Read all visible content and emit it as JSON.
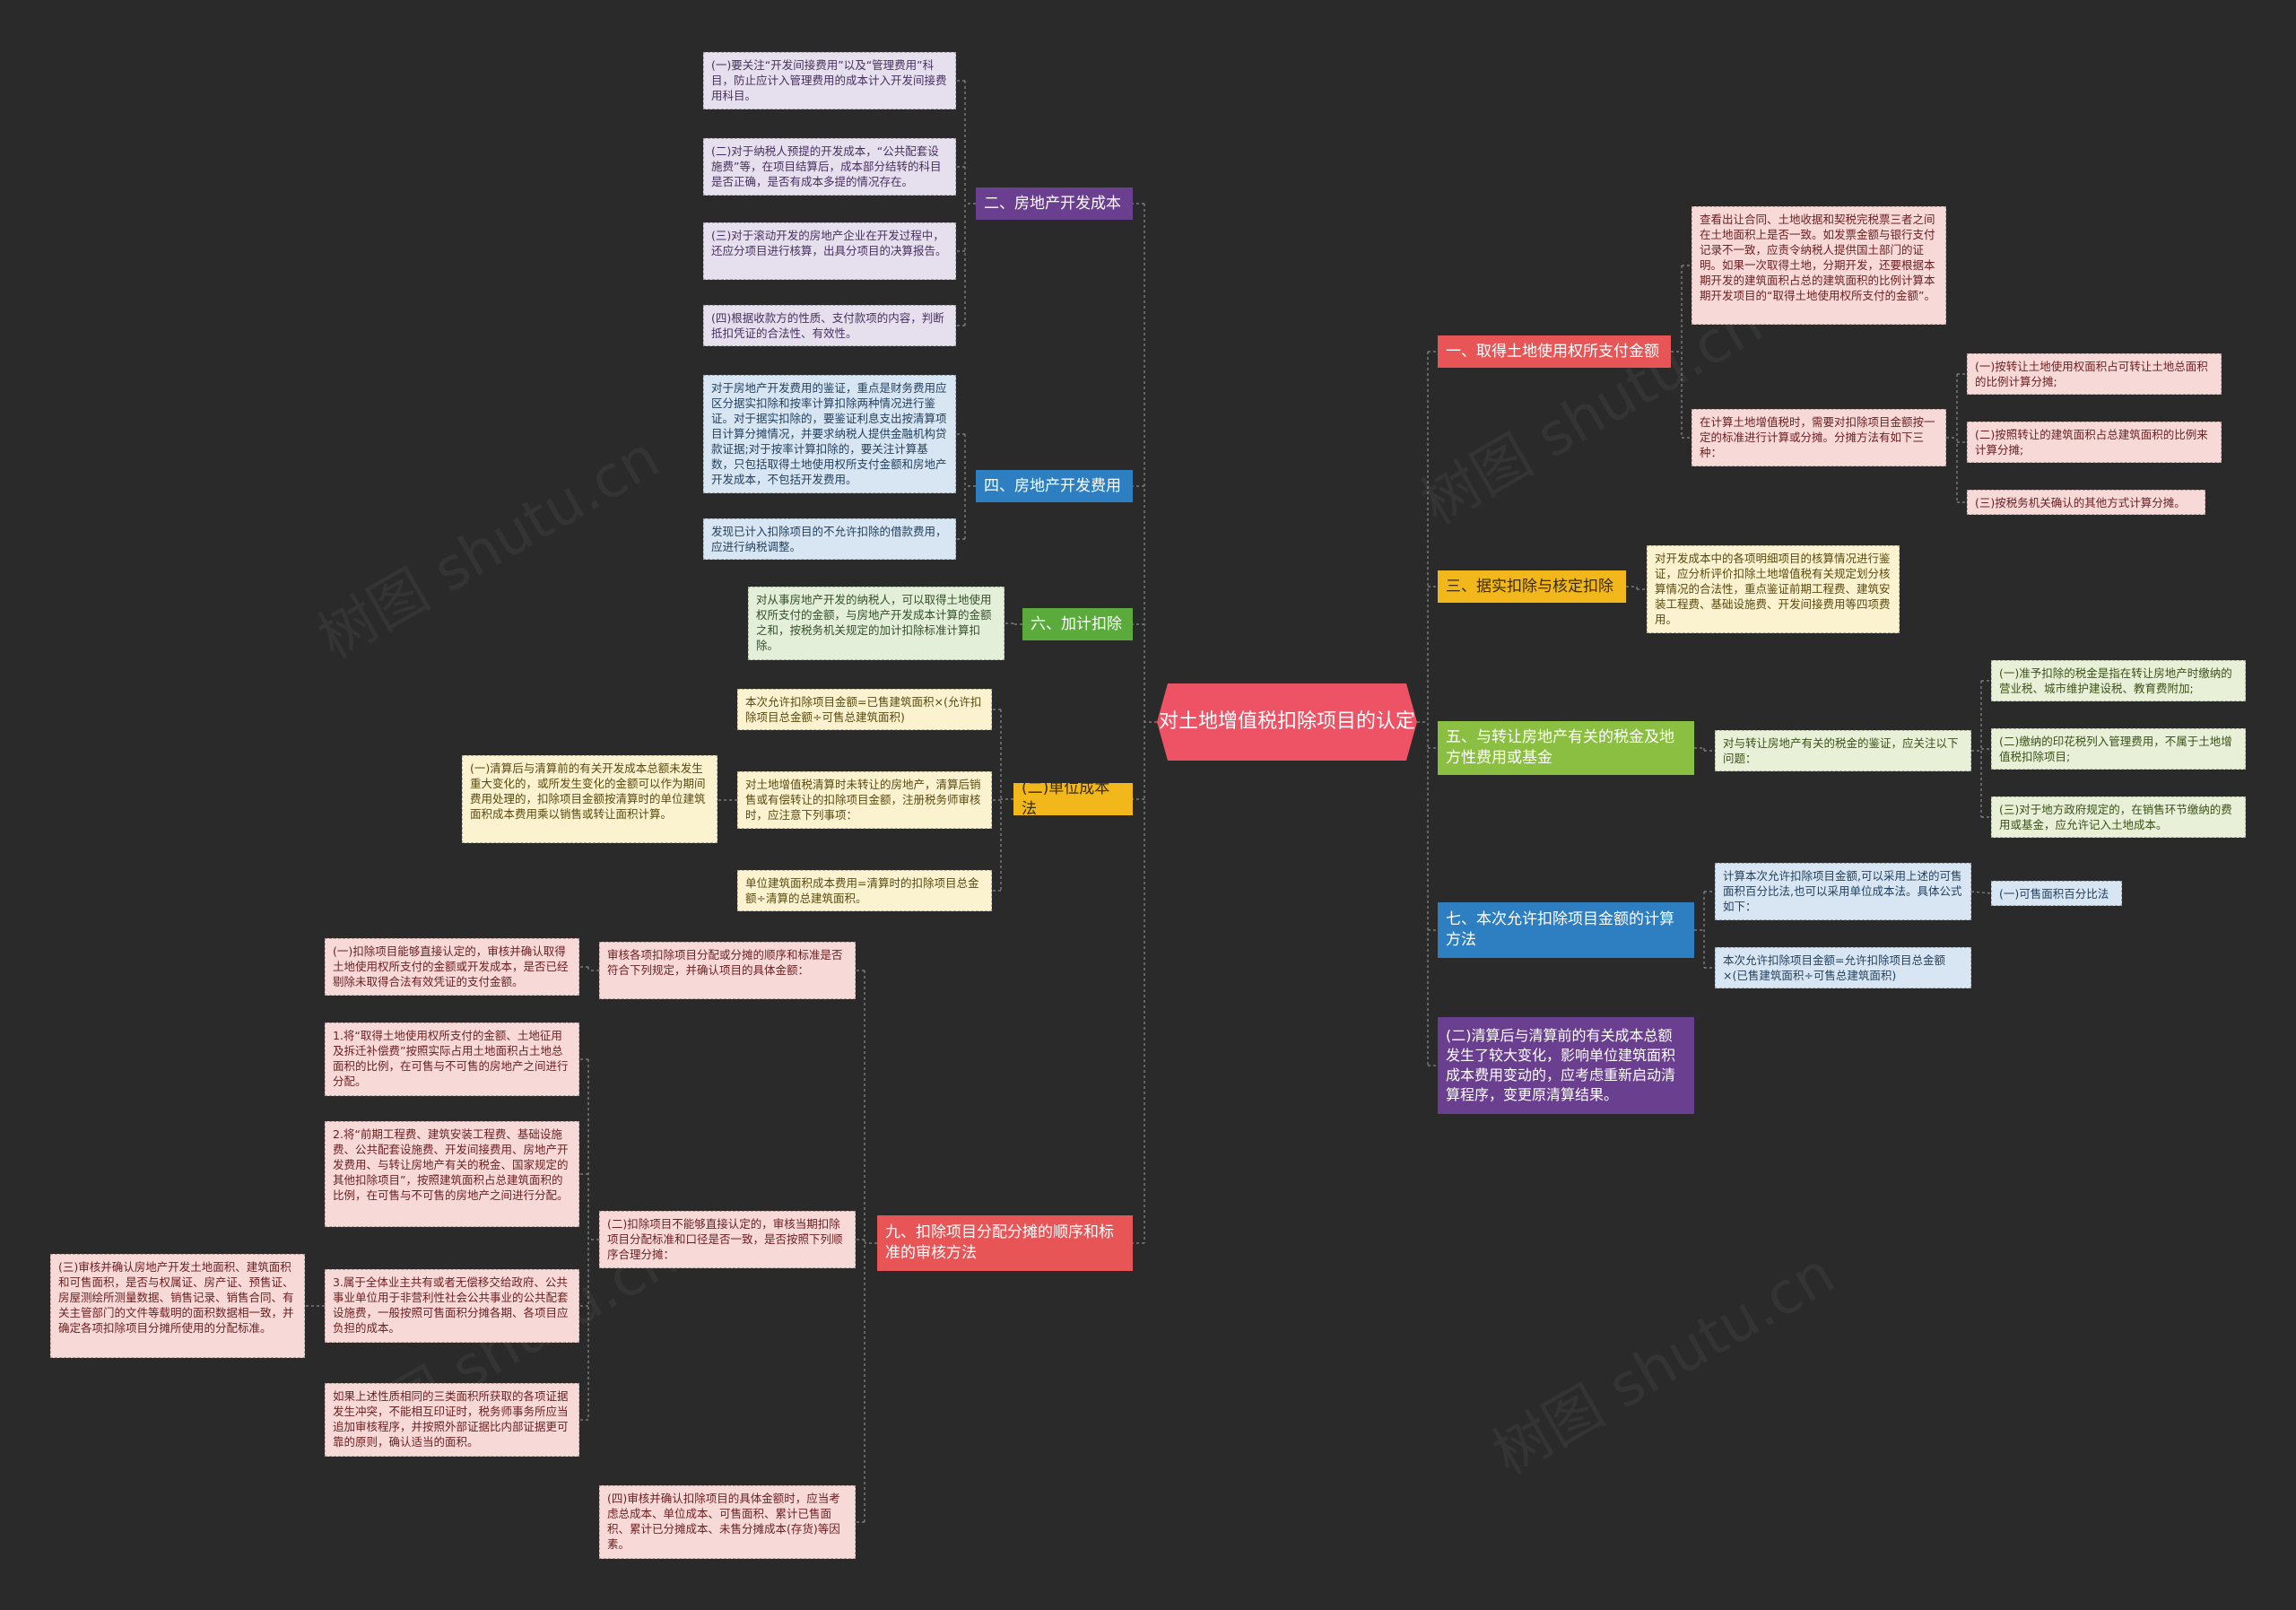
{
  "center": "对土地增值税扣除项目的认定",
  "watermark": "树图 shutu.cn",
  "colors": {
    "background": "#2a2a2b",
    "center": "#ee5365",
    "purple": "#6a3f8f",
    "blue": "#2e7fc2",
    "green": "#5aab3b",
    "yellow": "#f2b71b",
    "red": "#e85557",
    "olive": "#8bbf41",
    "link": "#8a8a8a"
  },
  "left": {
    "b2": {
      "title": "二、房地产开发成本",
      "items": [
        "(一)要关注“开发间接费用”以及“管理费用”科目，防止应计入管理费用的成本计入开发间接费用科目。",
        "(二)对于纳税人预提的开发成本，“公共配套设施费”等，在项目结算后，成本部分结转的科目是否正确，是否有成本多提的情况存在。",
        "(三)对于滚动开发的房地产企业在开发过程中，还应分项目进行核算，出具分项目的决算报告。",
        "(四)根据收款方的性质、支付款项的内容，判断抵扣凭证的合法性、有效性。"
      ]
    },
    "b4": {
      "title": "四、房地产开发费用",
      "items": [
        "对于房地产开发费用的鉴证，重点是财务费用应区分据实扣除和按率计算扣除两种情况进行鉴证。对于据实扣除的，要鉴证利息支出按清算项目计算分摊情况，并要求纳税人提供金融机构贷款证据;对于按率计算扣除的，要关注计算基数，只包括取得土地使用权所支付金额和房地产开发成本，不包括开发费用。",
        "发现已计入扣除项目的不允许扣除的借款费用，应进行纳税调整。"
      ]
    },
    "b6": {
      "title": "六、加计扣除",
      "items": [
        "对从事房地产开发的纳税人，可以取得土地使用权所支付的金额，与房地产开发成本计算的金额之和，按税务机关规定的加计扣除标准计算扣除。"
      ]
    },
    "b8": {
      "title": "(二)单位成本法",
      "items": [
        "本次允许扣除项目金额=已售建筑面积×(允许扣除项目总金额÷可售总建筑面积)",
        "对土地增值税清算时未转让的房地产，清算后销售或有偿转让的扣除项目金额，注册税务师审核时，应注意下列事项：",
        "单位建筑面积成本费用=清算时的扣除项目总金额÷清算的总建筑面积。"
      ],
      "sub": "(一)清算后与清算前的有关开发成本总额未发生重大变化的，或所发生变化的金额可以作为期间费用处理的，扣除项目金额按清算时的单位建筑面积成本费用乘以销售或转让面积计算。"
    },
    "b9": {
      "title": "九、扣除项目分配分摊的顺序和标准的审核方法",
      "items": [
        "审核各项扣除项目分配或分摊的顺序和标准是否符合下列规定，并确认项目的具体金额：",
        "(二)扣除项目不能够直接认定的，审核当期扣除项目分配标准和口径是否一致，是否按照下列顺序合理分摊：",
        "(四)审核并确认扣除项目的具体金额时，应当考虑总成本、单位成本、可售面积、累计已售面积、累计已分摊成本、未售分摊成本(存货)等因素。"
      ],
      "sub1": "(一)扣除项目能够直接认定的，审核并确认取得土地使用权所支付的金额或开发成本，是否已经剔除未取得合法有效凭证的支付金额。",
      "sub2": [
        "1.将“取得土地使用权所支付的金额、土地征用及拆迁补偿费”按照实际占用土地面积占土地总面积的比例，在可售与不可售的房地产之间进行分配。",
        "2.将“前期工程费、建筑安装工程费、基础设施费、公共配套设施费、开发间接费用、房地产开发费用、与转让房地产有关的税金、国家规定的其他扣除项目”，按照建筑面积占总建筑面积的比例，在可售与不可售的房地产之间进行分配。",
        "3.属于全体业主共有或者无偿移交给政府、公共事业单位用于非营利性社会公共事业的公共配套设施费，一般按照可售面积分摊各期、各项目应负担的成本。",
        "如果上述性质相同的三类面积所获取的各项证据发生冲突，不能相互印证时，税务师事务所应当追加审核程序，并按照外部证据比内部证据更可靠的原则，确认适当的面积。"
      ],
      "sub3": "(三)审核并确认房地产开发土地面积、建筑面积和可售面积，是否与权属证、房产证、预售证、房屋测绘所测量数据、销售记录、销售合同、有关主管部门的文件等载明的面积数据相一致，并确定各项扣除项目分摊所使用的分配标准。"
    }
  },
  "right": {
    "b1": {
      "title": "一、取得土地使用权所支付金额",
      "items": [
        "查看出让合同、土地收据和契税完税票三者之间在土地面积上是否一致。如发票金额与银行支付记录不一致，应责令纳税人提供国土部门的证明。如果一次取得土地，分期开发，还要根据本期开发的建筑面积占总的建筑面积的比例计算本期开发项目的“取得土地使用权所支付的金额”。",
        "在计算土地增值税时，需要对扣除项目金额按一定的标准进行计算或分摊。分摊方法有如下三种："
      ],
      "sub": [
        "(一)按转让土地使用权面积占可转让土地总面积的比例计算分摊;",
        "(二)按照转让的建筑面积占总建筑面积的比例来计算分摊;",
        "(三)按税务机关确认的其他方式计算分摊。"
      ]
    },
    "b3": {
      "title": "三、据实扣除与核定扣除",
      "items": [
        "对开发成本中的各项明细项目的核算情况进行鉴证，应分析评价扣除土地增值税有关规定划分核算情况的合法性，重点鉴证前期工程费、建筑安装工程费、基础设施费、开发间接费用等四项费用。"
      ]
    },
    "b5": {
      "title": "五、与转让房地产有关的税金及地方性费用或基金",
      "items": [
        "对与转让房地产有关的税金的鉴证，应关注以下问题："
      ],
      "sub": [
        "(一)准予扣除的税金是指在转让房地产时缴纳的营业税、城市维护建设税、教育费附加;",
        "(二)缴纳的印花税列入管理费用，不属于土地增值税扣除项目;",
        "(三)对于地方政府规定的，在销售环节缴纳的费用或基金，应允许记入土地成本。"
      ]
    },
    "b7": {
      "title": "七、本次允许扣除项目金额的计算方法",
      "items": [
        "计算本次允许扣除项目金额,可以采用上述的可售面积百分比法,也可以采用单位成本法。具体公式如下：",
        "本次允许扣除项目金额=允许扣除项目总金额×(已售建筑面积÷可售总建筑面积)"
      ],
      "sub": "(一)可售面积百分比法"
    },
    "b10": {
      "title": "(二)清算后与清算前的有关成本总额发生了较大变化，影响单位建筑面积成本费用变动的，应考虑重新启动清算程序，变更原清算结果。"
    }
  }
}
